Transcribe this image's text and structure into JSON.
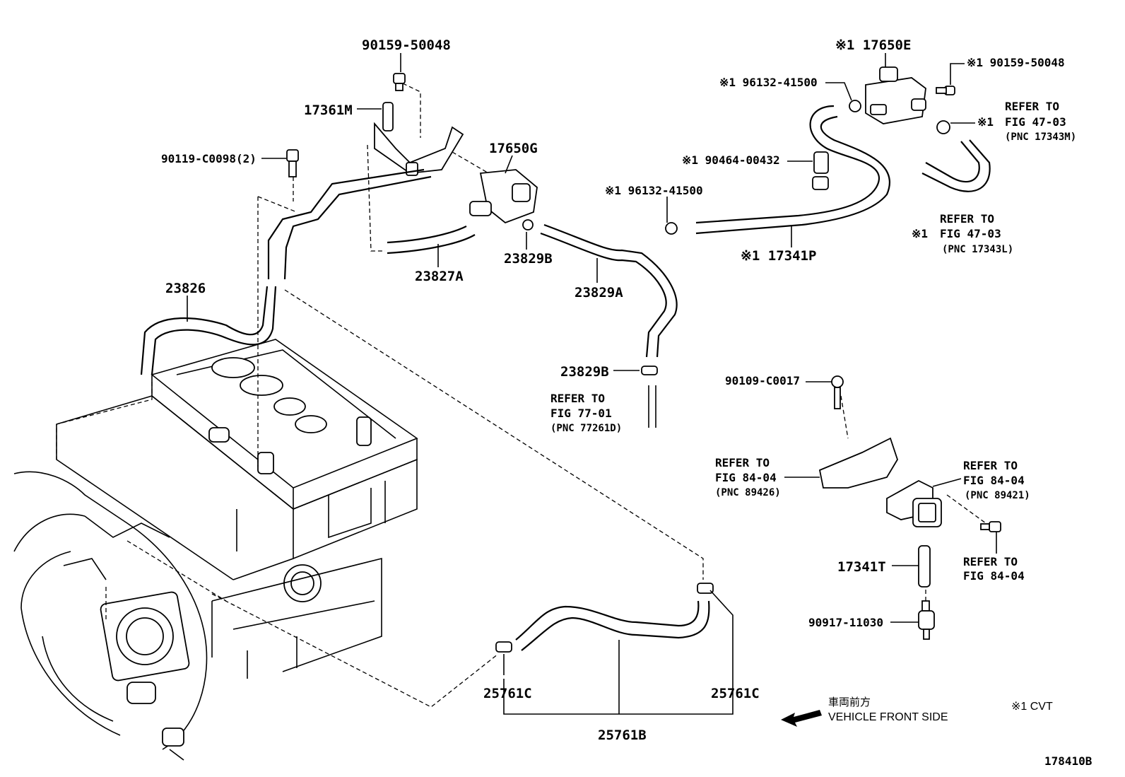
{
  "callouts": {
    "p90159_top": "90159-50048",
    "p17361M": "17361M",
    "p90119": "90119-C0098(2)",
    "p17650G": "17650G",
    "p23826": "23826",
    "p23827A": "23827A",
    "p23829B_top": "23829B",
    "p23829A": "23829A",
    "p23829B_bottom": "23829B",
    "p17650E": "※1 17650E",
    "p96132_top": "※1 96132-41500",
    "p90159_right": "※1 90159-50048",
    "p90464": "※1 90464-00432",
    "p96132_mid": "※1 96132-41500",
    "p17341P": "※1 17341P",
    "p90109": "90109-C0017",
    "p17341T": "17341T",
    "p90917": "90917-11030",
    "p25761C_left": "25761C",
    "p25761C_right": "25761C",
    "p25761B": "25761B"
  },
  "references": {
    "ref_77_01": {
      "line1": "REFER TO",
      "line2": "FIG 77-01",
      "pnc": "(PNC 77261D)"
    },
    "ref_47_03_m": {
      "line1": "REFER TO",
      "line2": "FIG 47-03",
      "marker": "※1",
      "pnc": "(PNC 17343M)"
    },
    "ref_47_03_l": {
      "line1": "REFER TO",
      "line2": "FIG 47-03",
      "marker": "※1",
      "pnc": "(PNC 17343L)"
    },
    "ref_84_04_a": {
      "line1": "REFER TO",
      "line2": "FIG 84-04",
      "pnc": "(PNC 89426)"
    },
    "ref_84_04_b": {
      "line1": "REFER TO",
      "line2": "FIG 84-04",
      "pnc": "(PNC 89421)"
    },
    "ref_84_04_c": {
      "line1": "REFER TO",
      "line2": "FIG 84-04"
    }
  },
  "direction": {
    "jp": "車両前方",
    "en": "VEHICLE FRONT SIDE"
  },
  "note": "※1 CVT",
  "figure_id": "178410B"
}
